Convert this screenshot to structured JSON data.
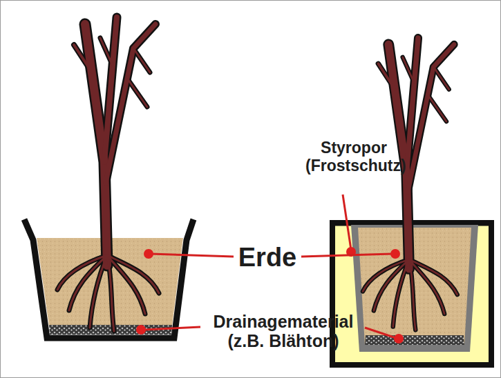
{
  "diagram": {
    "labels": [
      "Styropor (Frostschutz)",
      "Erde",
      "Drainagematerial (z.B. Blähton)"
    ]
  }
}
